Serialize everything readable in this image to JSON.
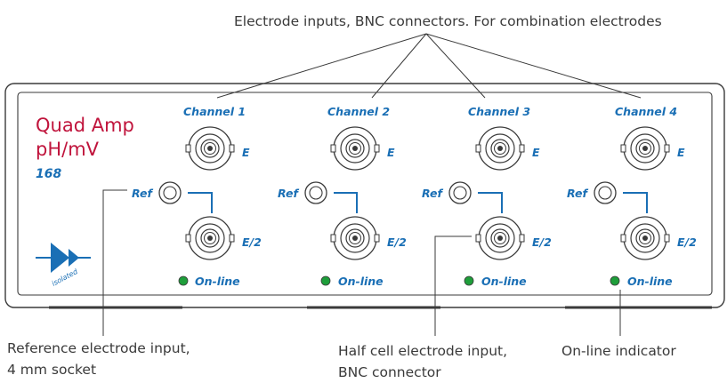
{
  "annotations": {
    "electrode_inputs": "Electrode inputs, BNC connectors. For combination electrodes",
    "reference_line1": "Reference electrode input,",
    "reference_line2": "4 mm socket",
    "halfcell_line1": "Half cell electrode input,",
    "halfcell_line2": "BNC connector",
    "online_indicator": "On-line indicator"
  },
  "brand": {
    "line1": "Quad Amp",
    "line2": "pH/mV",
    "model": "168",
    "logo_text": "isolated"
  },
  "panel_labels": {
    "ref": "Ref",
    "e": "E",
    "e2": "E/2",
    "online": "On-line"
  },
  "channels": [
    {
      "label": "Channel 1"
    },
    {
      "label": "Channel 2"
    },
    {
      "label": "Channel 3"
    },
    {
      "label": "Channel 4"
    }
  ],
  "colors": {
    "brand_red": "#c0143c",
    "panel_blue": "#1a6fb5",
    "led_green": "#1e9e3a",
    "outline": "#3a3a3a"
  },
  "icons": {
    "bnc_connector": "bnc-connector-icon",
    "ref_socket": "socket-icon",
    "led": "led-icon",
    "isolated_logo": "isolated-amplifier-icon"
  }
}
